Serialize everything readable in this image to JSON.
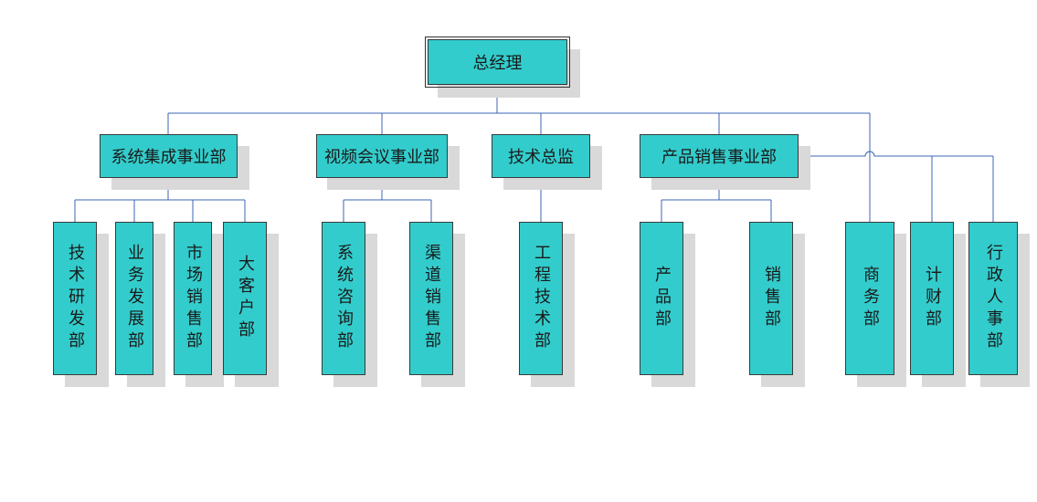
{
  "colors": {
    "box": "#33cccc",
    "line": "#3c64b4",
    "shadow": "#d9d9d9",
    "handle": "#c040c0"
  },
  "top": {
    "label": "总经理"
  },
  "level1": [
    {
      "label": "系统集成事业部"
    },
    {
      "label": "视频会议事业部"
    },
    {
      "label": "技术总监"
    },
    {
      "label": "产品销售事业部"
    }
  ],
  "level2": [
    {
      "label": "技术研发部"
    },
    {
      "label": "业务发展部"
    },
    {
      "label": "市场销售部"
    },
    {
      "label": "大客户部"
    },
    {
      "label": "系统咨询部"
    },
    {
      "label": "渠道销售部"
    },
    {
      "label": "工程技术部"
    },
    {
      "label": "产品部"
    },
    {
      "label": "销售部"
    },
    {
      "label": "商务部"
    },
    {
      "label": "计财部"
    },
    {
      "label": "行政人事部"
    }
  ]
}
